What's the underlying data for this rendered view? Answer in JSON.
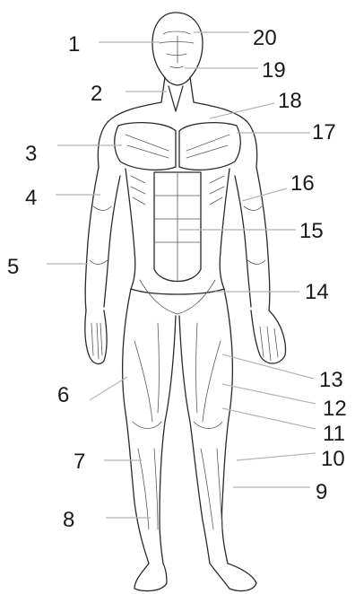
{
  "diagram": {
    "labels": [
      {
        "id": "1",
        "text": "1"
      },
      {
        "id": "2",
        "text": "2"
      },
      {
        "id": "3",
        "text": "3"
      },
      {
        "id": "4",
        "text": "4"
      },
      {
        "id": "5",
        "text": "5"
      },
      {
        "id": "6",
        "text": "6"
      },
      {
        "id": "7",
        "text": "7"
      },
      {
        "id": "8",
        "text": "8"
      },
      {
        "id": "9",
        "text": "9"
      },
      {
        "id": "10",
        "text": "10"
      },
      {
        "id": "11",
        "text": "11"
      },
      {
        "id": "12",
        "text": "12"
      },
      {
        "id": "13",
        "text": "13"
      },
      {
        "id": "14",
        "text": "14"
      },
      {
        "id": "15",
        "text": "15"
      },
      {
        "id": "16",
        "text": "16"
      },
      {
        "id": "17",
        "text": "17"
      },
      {
        "id": "18",
        "text": "18"
      },
      {
        "id": "19",
        "text": "19"
      },
      {
        "id": "20",
        "text": "20"
      }
    ],
    "colors": {
      "ink": "#2a2a2a",
      "leader": "#b5b5b5",
      "background": "#ffffff"
    }
  }
}
